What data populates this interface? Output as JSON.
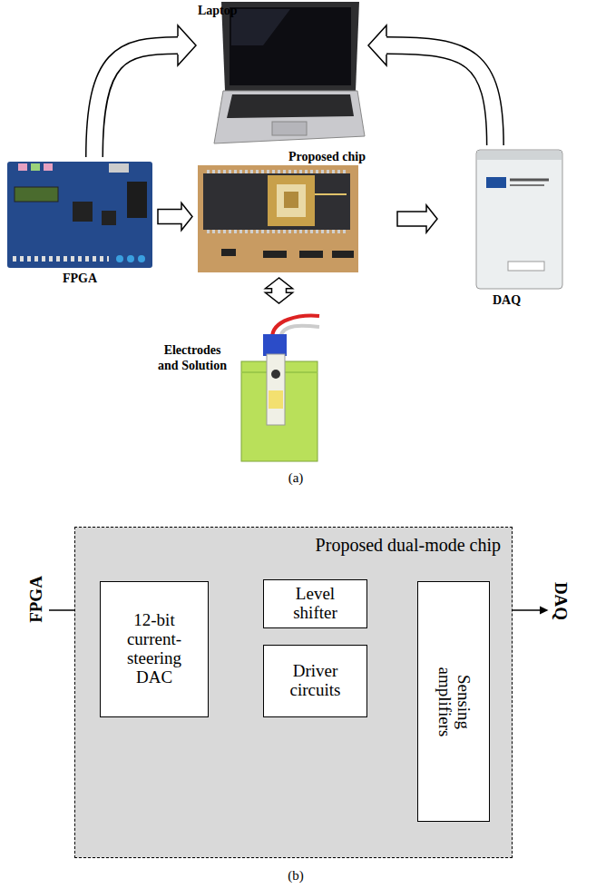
{
  "diagram": {
    "nodes": [
      {
        "text": [
          "Laptop"
        ]
      },
      {
        "text": [
          "Proposed chip"
        ]
      },
      {
        "text": [
          "FPGA"
        ]
      },
      {
        "text": [
          "DAQ"
        ]
      },
      {
        "text": [
          "Electrodes and Solution"
        ]
      },
      {
        "text": [
          "Proposed dual-mode chip"
        ]
      },
      {
        "text": [
          "12-bit current-steering DAC"
        ],
        "in": 5
      },
      {
        "text": [
          "Level shifter"
        ],
        "in": 5
      },
      {
        "text": [
          "Driver circuits"
        ],
        "in": 5
      },
      {
        "text": [
          "Sensing amplifiers"
        ],
        "in": 5
      }
    ],
    "edges": [
      {
        "from": 2,
        "to": 0,
        "arrow": "to"
      },
      {
        "from": 3,
        "to": 0,
        "arrow": "to"
      },
      {
        "from": 2,
        "to": 1,
        "arrow": "to"
      },
      {
        "from": 1,
        "to": 3,
        "arrow": "to"
      },
      {
        "from": 1,
        "to": 4,
        "arrow": "both"
      },
      {
        "from": 6,
        "to": 7,
        "arrow": "to"
      },
      {
        "from": 7,
        "to": 8,
        "arrow": "to"
      }
    ],
    "labels": [
      "(a)",
      "FPGA",
      "DAQ",
      "(b)"
    ]
  }
}
